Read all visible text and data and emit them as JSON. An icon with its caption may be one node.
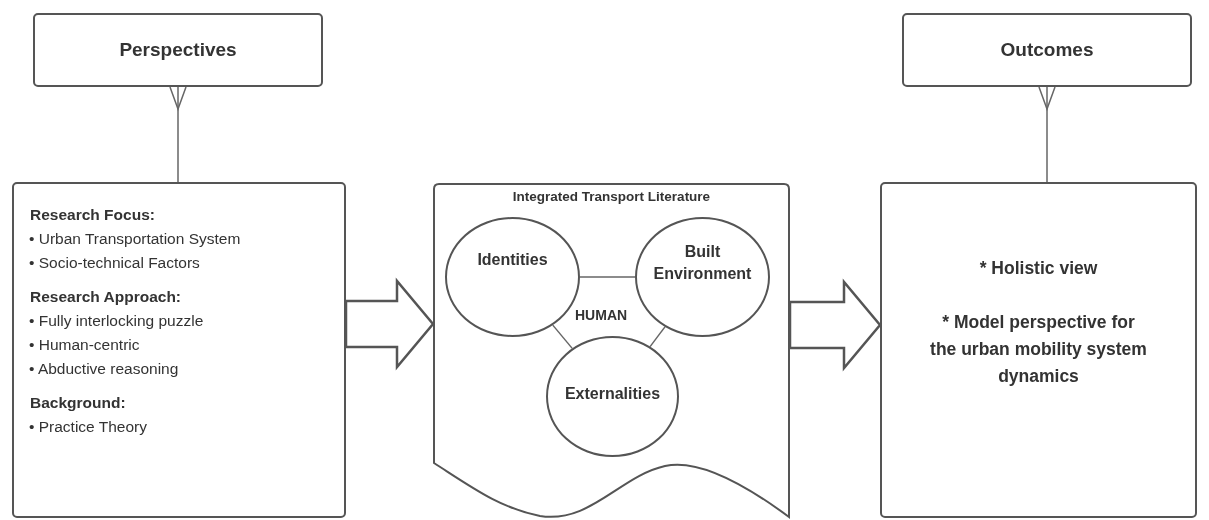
{
  "diagram": {
    "nodes": [
      {
        "text": [
          "Perspectives"
        ]
      },
      {
        "text": [
          "Outcomes"
        ]
      },
      {
        "text": [
          "Research Focus:",
          "• Urban Transportation System",
          "• Socio-technical Factors",
          "Research Approach:",
          "• Fully interlocking puzzle",
          "• Human-centric",
          "• Abductive reasoning",
          "Background:",
          "• Practice Theory"
        ]
      },
      {
        "text": [
          "Integrated Transport Literature",
          "HUMAN"
        ]
      },
      {
        "text": [
          "Identities"
        ],
        "in": 3
      },
      {
        "text": [
          "Built Environment"
        ],
        "in": 3
      },
      {
        "text": [
          "Externalities"
        ],
        "in": 3
      },
      {
        "text": [
          "* Holistic view",
          "* Model perspective for the urban mobility system dynamics"
        ]
      }
    ],
    "edges": [
      {
        "from": 0,
        "to": 2,
        "arrow": "other"
      },
      {
        "from": 1,
        "to": 7,
        "arrow": "other"
      },
      {
        "from": 2,
        "to": 3,
        "arrow": "to",
        "style": "thick"
      },
      {
        "from": 3,
        "to": 7,
        "arrow": "to",
        "style": "thick"
      },
      {
        "from": 4,
        "to": 5,
        "arrow": "none"
      },
      {
        "from": 4,
        "to": 6,
        "arrow": "none"
      },
      {
        "from": 5,
        "to": 6,
        "arrow": "none"
      }
    ]
  }
}
